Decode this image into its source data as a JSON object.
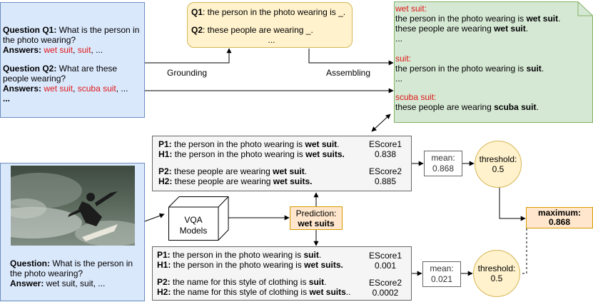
{
  "question_box": {
    "q1_label": "Question Q1:",
    "q1_text_a": " What is the person in",
    "q1_text_b": "the photo wearing?",
    "answers_label": "Answers:",
    "q1_ans1": "wet suit",
    "q1_ans2": "suit",
    "q1_sep": ", ",
    "q1_rest": ", ...",
    "q2_label": "Question Q2:",
    "q2_text_a": " What are these",
    "q2_text_b": "people wearing?",
    "q2_ans1": "wet suit",
    "q2_ans2": "scuba suit",
    "q2_rest": ", ...",
    "ellipsis": "..."
  },
  "template_box": {
    "q1_label": "Q1",
    "q1_text": ": the person in the photo wearing is _.",
    "q2_label": "Q2",
    "q2_text": ": these people  are wearing  _.",
    "ellipsis": "..."
  },
  "edge_labels": {
    "grounding": "Grounding",
    "assembling": "Assembling"
  },
  "hypothesis_box": {
    "g1_label": "wet suit:",
    "g1_l1a": "the person in the photo wearing is ",
    "g1_l1b": "wet suit",
    "g1_l1c": ".",
    "g1_l2a": "these people  are wearing  ",
    "g1_l2b": "wet suit",
    "g1_l2c": ".",
    "g1_dots": "...",
    "g2_label": "suit:",
    "g2_l1a": "the person in the photo wearing is ",
    "g2_l1b": "suit",
    "g2_l1c": ".",
    "g2_dots": "...",
    "g3_label": "scuba suit:",
    "g3_l1a": "these people  are wearing  ",
    "g3_l1b": "scuba suit",
    "g3_l1c": "."
  },
  "image_box": {
    "q_label": "Question:",
    "q_text_a": " What is the person in",
    "q_text_b": "the photo wearing?",
    "a_label": "Answer:",
    "a_text": " wet suit, suit, ..."
  },
  "vqa": {
    "label_a": "VQA",
    "label_b": "Models"
  },
  "prediction": {
    "label": "Prediction:",
    "value": "wet suits"
  },
  "top_scores": {
    "p1_label": "P1:",
    "p1_a": " the person in the photo wearing is ",
    "p1_b": "wet suit",
    "p1_c": ".",
    "h1_label": "H1:",
    "h1_a": " the person in the photo wearing is ",
    "h1_b": "wet suits.",
    "e1_label": "EScore1",
    "e1_value": "0.838",
    "p2_label": "P2:",
    "p2_a": " these people are wearing ",
    "p2_b": "wet suit",
    "p2_c": ".",
    "h2_label": "H2:",
    "h2_a": " these people are wearing ",
    "h2_b": "wet suits.",
    "e2_label": "EScore2",
    "e2_value": "0.885"
  },
  "bottom_scores": {
    "p1_label": "P1:",
    "p1_a": " the person in the photo wearing is ",
    "p1_b": "suit",
    "p1_c": ".",
    "h1_label": "H1:",
    "h1_a": " the person in the photo wearing is ",
    "h1_b": "wet suits.",
    "e1_label": "EScore1",
    "e1_value": "0.001",
    "p2_label": "P2:",
    "p2_a": " the name for this style of clothing is ",
    "p2_b": "suit",
    "p2_c": ".",
    "h2_label": "H2:",
    "h2_a": " the name for this style of clothing is ",
    "h2_b": "wet suits",
    "h2_c": "..",
    "e2_label": "EScore2",
    "e2_value": "0.0002"
  },
  "mean_top": {
    "label": "mean:",
    "value": "0.868"
  },
  "mean_bottom": {
    "label": "mean:",
    "value": "0.021"
  },
  "threshold_top": {
    "label": "threshold:",
    "value": "0.5"
  },
  "threshold_bottom": {
    "label": "threshold:",
    "value": "0.5"
  },
  "maximum": {
    "label": "maximum:",
    "value": "0.868"
  },
  "colors": {
    "blue_fill": "#dae8fc",
    "yellow_fill": "#fff2cc",
    "green_fill": "#d5e8d4",
    "gray_fill": "#f5f5f5",
    "orange_fill": "#ffe6cc",
    "answer_red": "#e01818"
  }
}
